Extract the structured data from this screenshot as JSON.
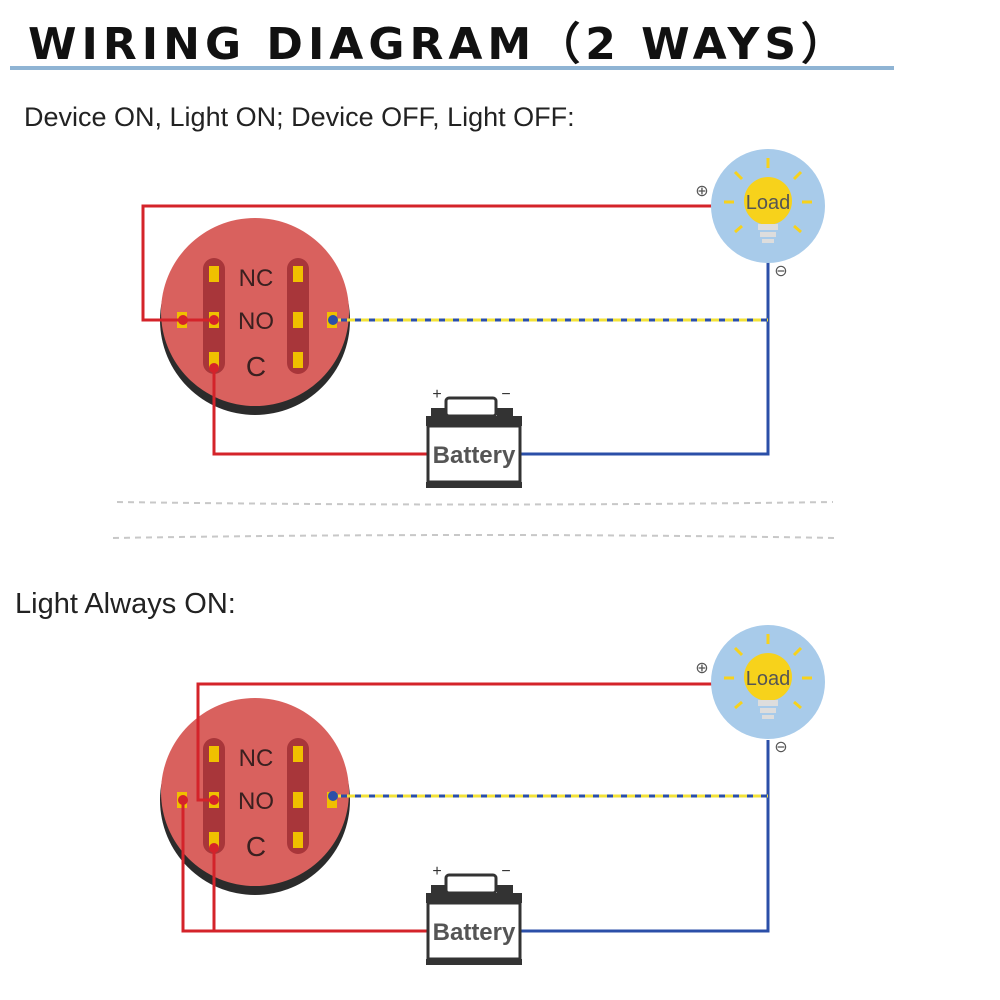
{
  "header": {
    "title": "WIRING DIAGRAM（2 WAYS）"
  },
  "colors": {
    "positive_wire": "#d4232a",
    "negative_wire": "#2b4fa8",
    "indicator_wire_dash": "#f2e23a",
    "switch_body": "#d9615e",
    "switch_ring": "#2b2b2b",
    "switch_slot": "#a8363a",
    "terminal": "#f0c000",
    "load_ring": "#a8cbea",
    "load_bulb": "#f7d21b",
    "title_rule": "#8fb4d4"
  },
  "diagrams": [
    {
      "label": "Device ON, Light ON; Device OFF, Light OFF:",
      "switch": {
        "nc_label": "NC",
        "no_label": "NO",
        "c_label": "C"
      },
      "load": {
        "label": "Load",
        "positive_symbol": "⊕",
        "negative_symbol": "⊖"
      },
      "battery": {
        "label": "Battery",
        "positive_symbol": "+",
        "negative_symbol": "−"
      }
    },
    {
      "label": "Light Always ON:",
      "switch": {
        "nc_label": "NC",
        "no_label": "NO",
        "c_label": "C"
      },
      "load": {
        "label": "Load",
        "positive_symbol": "⊕",
        "negative_symbol": "⊖"
      },
      "battery": {
        "label": "Battery",
        "positive_symbol": "+",
        "negative_symbol": "−"
      }
    }
  ]
}
